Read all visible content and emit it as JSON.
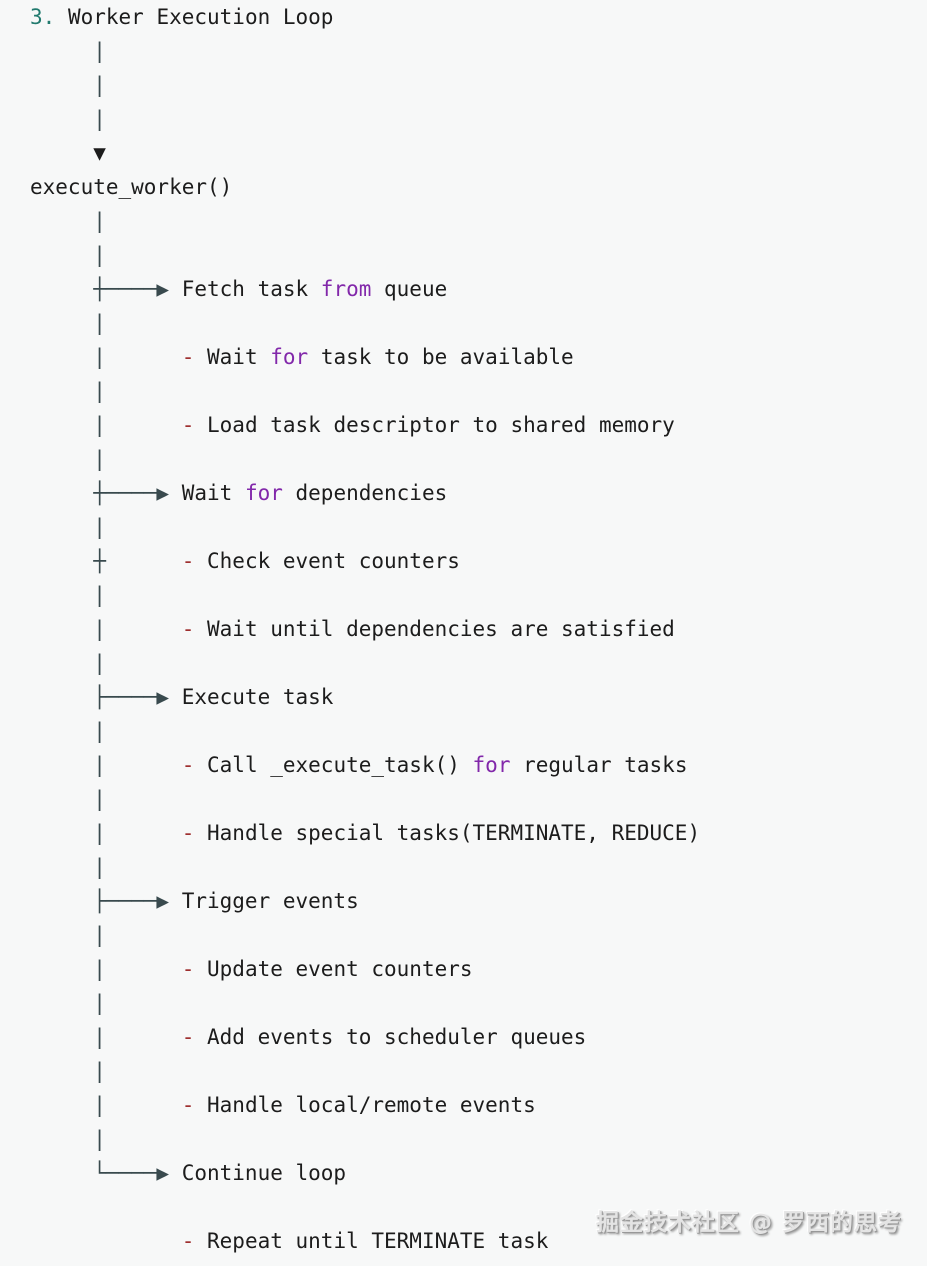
{
  "palette": {
    "background": "#f7f8f8",
    "text": "#1c1c1c",
    "structure": "#394a4e",
    "number": "#217a6e",
    "keyword": "#8228aa",
    "operator": "#9e2f2f",
    "watermark_fill": "#e4e4e4",
    "watermark_shadow": "#989898"
  },
  "title": "3. Worker Execution Loop",
  "function_name": "execute_worker()",
  "watermark": {
    "text": "掘金技术社区 @ 罗西的思考"
  },
  "diagram": {
    "steps": [
      "Fetch task from queue",
      "Wait for dependencies",
      "Execute task",
      "Trigger events",
      "Continue loop"
    ],
    "lines": [
      [
        {
          "t": "3.",
          "c": "n"
        },
        {
          "t": " Worker Execution Loop",
          "c": "p"
        }
      ],
      [
        {
          "t": "     |",
          "c": "b"
        }
      ],
      [
        {
          "t": "     |",
          "c": "b"
        }
      ],
      [
        {
          "t": "     |",
          "c": "b"
        }
      ],
      [
        {
          "t": "     ▼",
          "c": "p"
        }
      ],
      [
        {
          "t": "execute_worker()",
          "c": "p"
        }
      ],
      [
        {
          "t": "     |",
          "c": "b"
        }
      ],
      [
        {
          "t": "     |",
          "c": "b"
        }
      ],
      [
        {
          "t": "     ┼────▶ ",
          "c": "b"
        },
        {
          "t": "Fetch task ",
          "c": "p"
        },
        {
          "t": "from",
          "c": "k"
        },
        {
          "t": " queue",
          "c": "p"
        }
      ],
      [
        {
          "t": "     |",
          "c": "b"
        }
      ],
      [
        {
          "t": "     |      ",
          "c": "b"
        },
        {
          "t": "-",
          "c": "o"
        },
        {
          "t": " Wait ",
          "c": "p"
        },
        {
          "t": "for",
          "c": "k"
        },
        {
          "t": " task to be available",
          "c": "p"
        }
      ],
      [
        {
          "t": "     |",
          "c": "b"
        }
      ],
      [
        {
          "t": "     |      ",
          "c": "b"
        },
        {
          "t": "-",
          "c": "o"
        },
        {
          "t": " Load task descriptor to shared memory",
          "c": "p"
        }
      ],
      [
        {
          "t": "     |",
          "c": "b"
        }
      ],
      [
        {
          "t": "     ┼────▶ ",
          "c": "b"
        },
        {
          "t": "Wait ",
          "c": "p"
        },
        {
          "t": "for",
          "c": "k"
        },
        {
          "t": " dependencies",
          "c": "p"
        }
      ],
      [
        {
          "t": "     |",
          "c": "b"
        }
      ],
      [
        {
          "t": "     ┼      ",
          "c": "b"
        },
        {
          "t": "-",
          "c": "o"
        },
        {
          "t": " Check event counters",
          "c": "p"
        }
      ],
      [
        {
          "t": "     |",
          "c": "b"
        }
      ],
      [
        {
          "t": "     |      ",
          "c": "b"
        },
        {
          "t": "-",
          "c": "o"
        },
        {
          "t": " Wait until dependencies are satisfied",
          "c": "p"
        }
      ],
      [
        {
          "t": "     |",
          "c": "b"
        }
      ],
      [
        {
          "t": "     ├────▶ ",
          "c": "b"
        },
        {
          "t": "Execute task",
          "c": "p"
        }
      ],
      [
        {
          "t": "     |",
          "c": "b"
        }
      ],
      [
        {
          "t": "     |      ",
          "c": "b"
        },
        {
          "t": "-",
          "c": "o"
        },
        {
          "t": " Call _execute_task() ",
          "c": "p"
        },
        {
          "t": "for",
          "c": "k"
        },
        {
          "t": " regular tasks",
          "c": "p"
        }
      ],
      [
        {
          "t": "     |",
          "c": "b"
        }
      ],
      [
        {
          "t": "     |      ",
          "c": "b"
        },
        {
          "t": "-",
          "c": "o"
        },
        {
          "t": " Handle special tasks(TERMINATE, REDUCE)",
          "c": "p"
        }
      ],
      [
        {
          "t": "     |",
          "c": "b"
        }
      ],
      [
        {
          "t": "     ├────▶ ",
          "c": "b"
        },
        {
          "t": "Trigger events",
          "c": "p"
        }
      ],
      [
        {
          "t": "     |",
          "c": "b"
        }
      ],
      [
        {
          "t": "     |      ",
          "c": "b"
        },
        {
          "t": "-",
          "c": "o"
        },
        {
          "t": " Update event counters",
          "c": "p"
        }
      ],
      [
        {
          "t": "     |",
          "c": "b"
        }
      ],
      [
        {
          "t": "     |      ",
          "c": "b"
        },
        {
          "t": "-",
          "c": "o"
        },
        {
          "t": " Add events to scheduler queues",
          "c": "p"
        }
      ],
      [
        {
          "t": "     |",
          "c": "b"
        }
      ],
      [
        {
          "t": "     |      ",
          "c": "b"
        },
        {
          "t": "-",
          "c": "o"
        },
        {
          "t": " Handle local/remote events",
          "c": "p"
        }
      ],
      [
        {
          "t": "     |",
          "c": "b"
        }
      ],
      [
        {
          "t": "     └────▶ ",
          "c": "b"
        },
        {
          "t": "Continue loop",
          "c": "p"
        }
      ],
      [],
      [
        {
          "t": "            ",
          "c": "p"
        },
        {
          "t": "-",
          "c": "o"
        },
        {
          "t": " Repeat until TERMINATE task",
          "c": "p"
        }
      ]
    ]
  }
}
